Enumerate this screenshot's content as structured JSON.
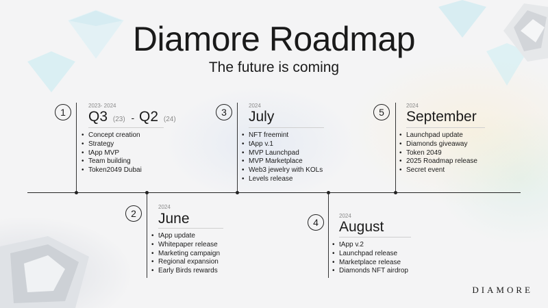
{
  "title": "Diamore Roadmap",
  "subtitle": "The future is coming",
  "brand": "DIAMORE",
  "milestones": [
    {
      "num": "1",
      "year": "2023- 2024",
      "heading_a": "Q3",
      "heading_a_sub": "(23)",
      "sep": "-",
      "heading_b": "Q2",
      "heading_b_sub": "(24)",
      "items": [
        "Concept creation",
        "Strategy",
        "tApp MVP",
        "Team building",
        "Token2049 Dubai"
      ]
    },
    {
      "num": "2",
      "year": "2024",
      "heading": "June",
      "items": [
        "tApp update",
        "Whitepaper release",
        "Marketing campaign",
        "Regional expansion",
        "Early Birds rewards"
      ]
    },
    {
      "num": "3",
      "year": "2024",
      "heading": "July",
      "items": [
        "NFT freemint",
        "tApp v.1",
        "MVP Launchpad",
        "MVP Marketplace",
        "Web3 jewelry with KOLs",
        "Levels release"
      ]
    },
    {
      "num": "4",
      "year": "2024",
      "heading": "August",
      "items": [
        "tApp v.2",
        "Launchpad release",
        "Marketplace release",
        "Diamonds NFT airdrop"
      ]
    },
    {
      "num": "5",
      "year": "2024",
      "heading": "September",
      "items": [
        "Launchpad update",
        "Diamonds giveaway",
        "Token 2049",
        "2025 Roadmap release",
        "Secret event"
      ]
    }
  ]
}
